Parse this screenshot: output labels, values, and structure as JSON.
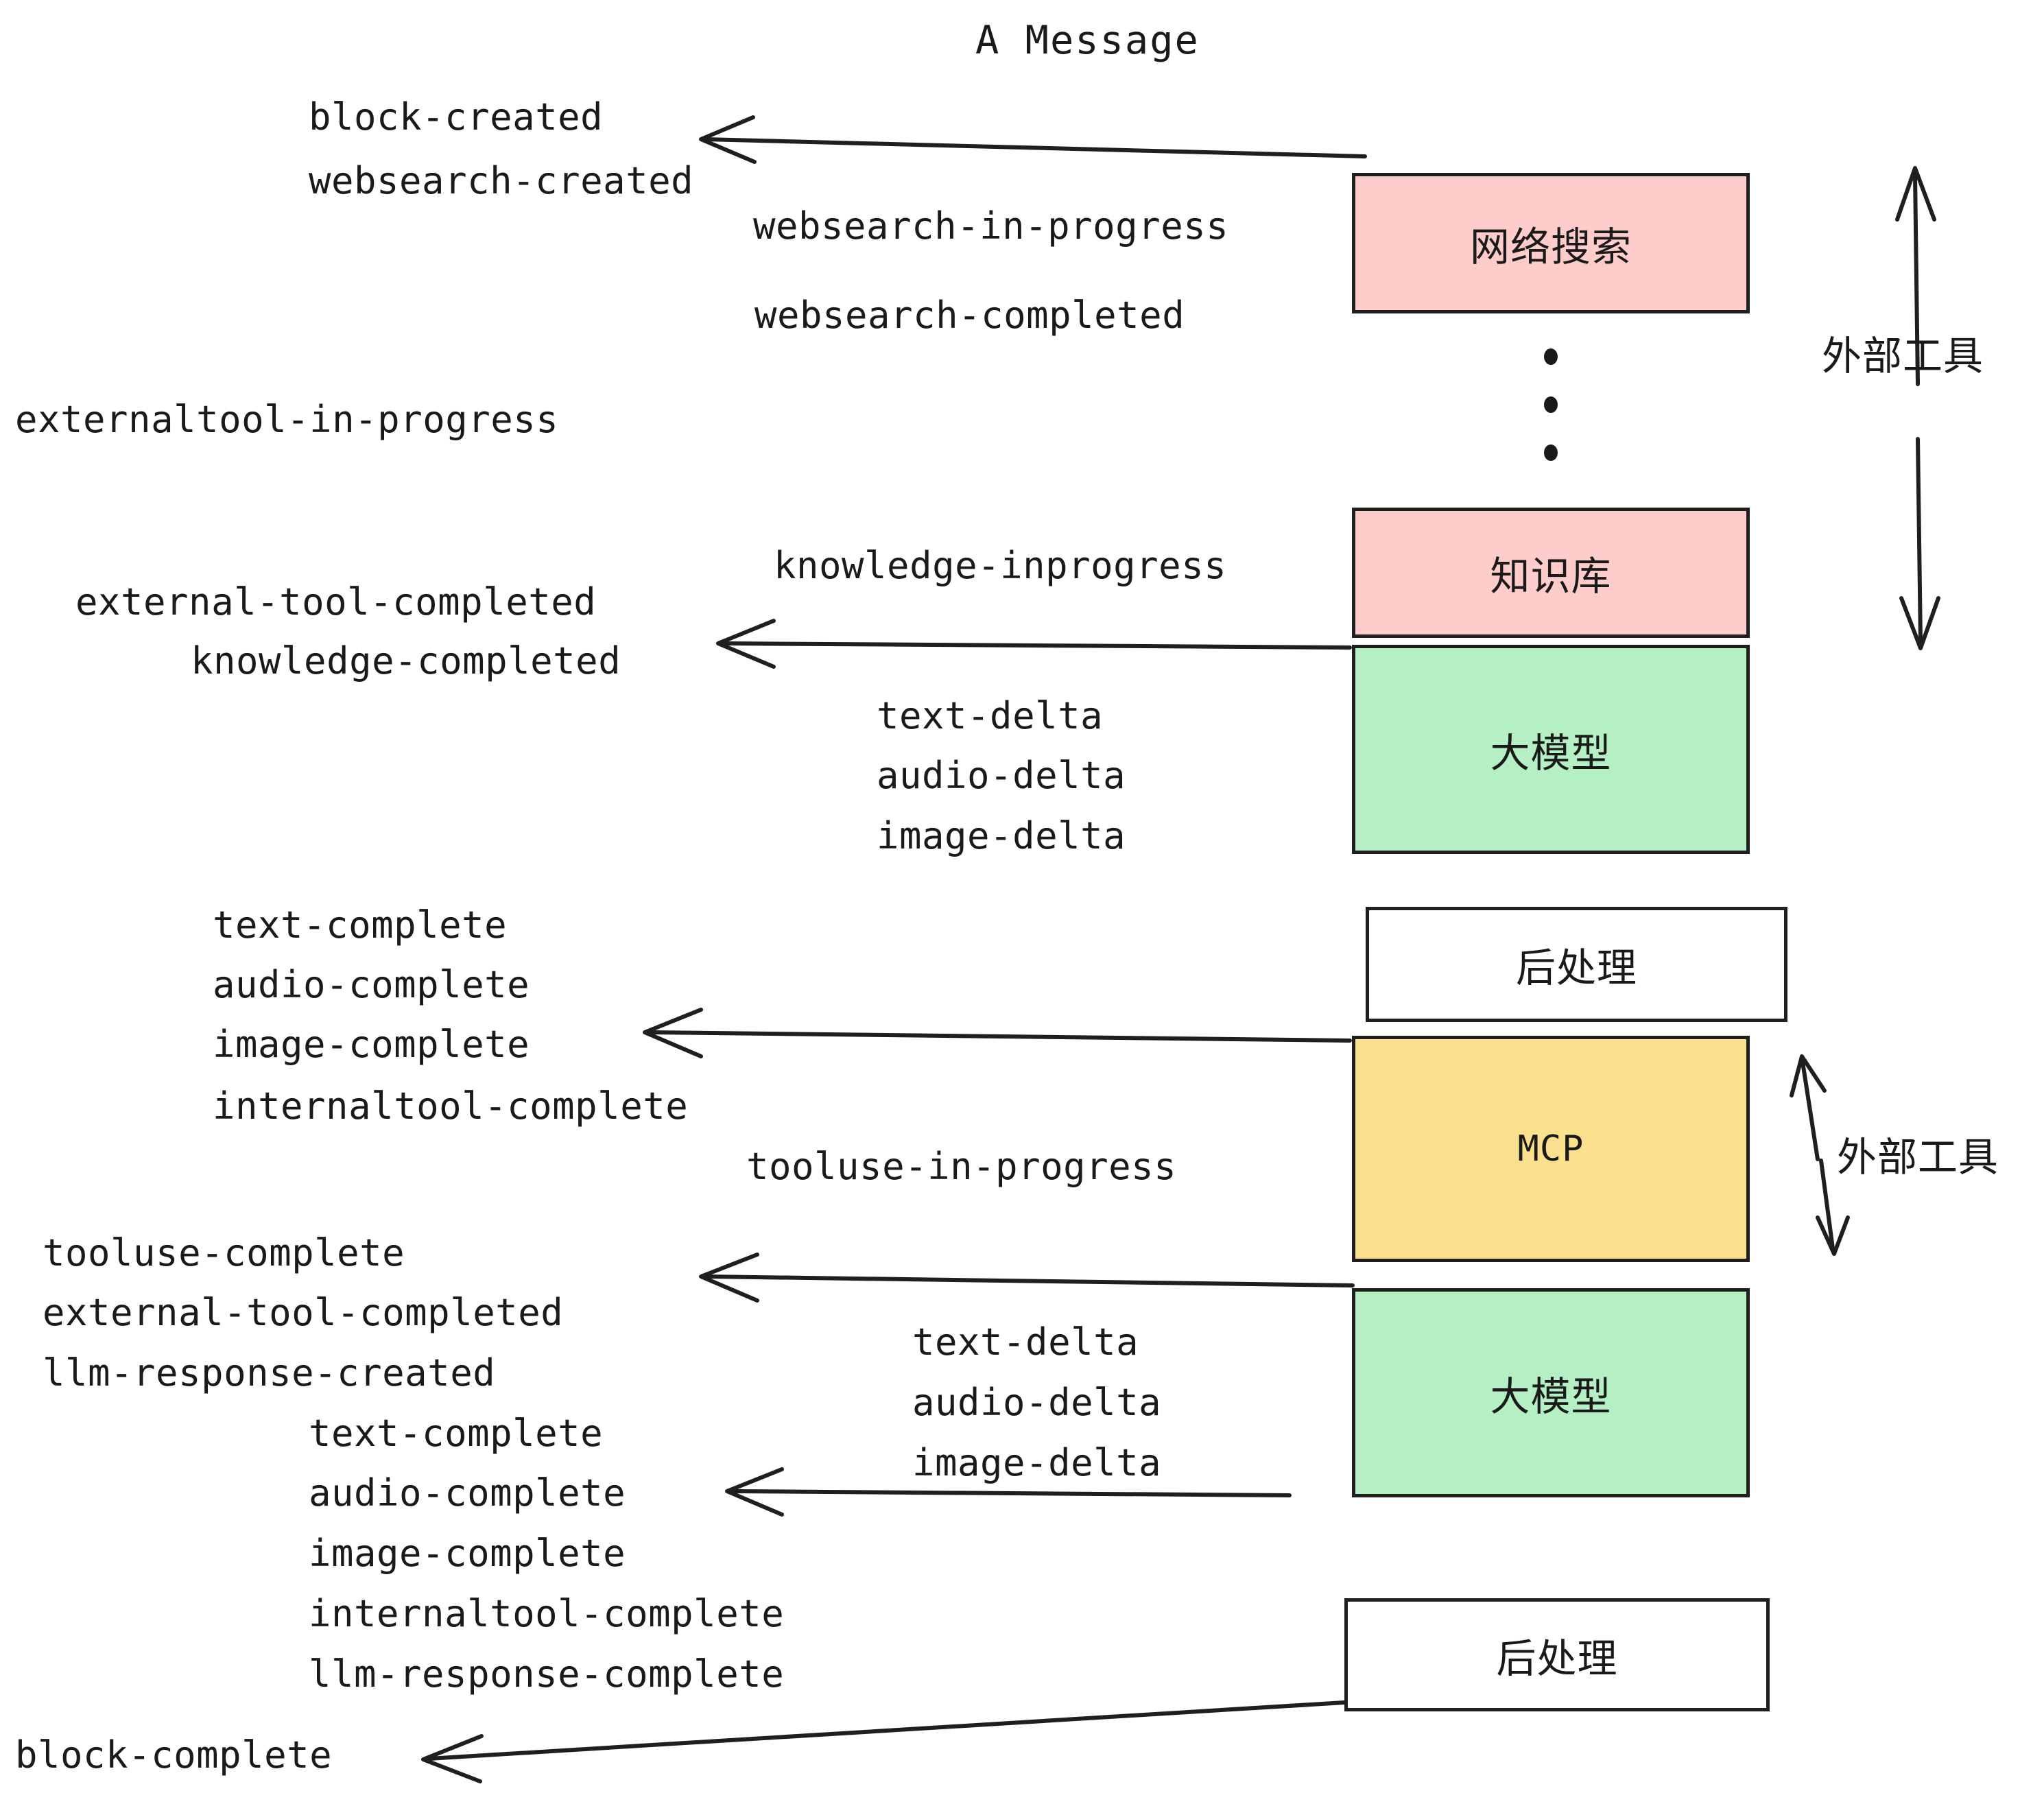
{
  "title": "A Message",
  "nodes": [
    {
      "id": "websearch",
      "label": "网络搜索",
      "color": "#ffcccc"
    },
    {
      "id": "knowledge",
      "label": "知识库",
      "color": "#ffcccc"
    },
    {
      "id": "llm1",
      "label": "大模型",
      "color": "#b5efc4"
    },
    {
      "id": "postproc1",
      "label": "后处理",
      "color": "#ffffff"
    },
    {
      "id": "mcp",
      "label": "MCP",
      "color": "#fbe18e"
    },
    {
      "id": "llm2",
      "label": "大模型",
      "color": "#b5efc4"
    },
    {
      "id": "postproc2",
      "label": "后处理",
      "color": "#ffffff"
    }
  ],
  "group_labels": [
    {
      "id": "external-tools-top",
      "label": "外部工具"
    },
    {
      "id": "external-tools-bottom",
      "label": "外部工具"
    }
  ],
  "events": [
    {
      "id": "block-created",
      "text": "block-created"
    },
    {
      "id": "websearch-created",
      "text": "websearch-created"
    },
    {
      "id": "websearch-in-progress",
      "text": "websearch-in-progress"
    },
    {
      "id": "websearch-completed",
      "text": "websearch-completed"
    },
    {
      "id": "externaltool-in-progress",
      "text": "externaltool-in-progress"
    },
    {
      "id": "knowledge-inprogress",
      "text": "knowledge-inprogress"
    },
    {
      "id": "external-tool-completed-1",
      "text": "external-tool-completed"
    },
    {
      "id": "knowledge-completed",
      "text": "knowledge-completed"
    },
    {
      "id": "text-delta-1",
      "text": "text-delta"
    },
    {
      "id": "audio-delta-1",
      "text": "audio-delta"
    },
    {
      "id": "image-delta-1",
      "text": "image-delta"
    },
    {
      "id": "text-complete-1",
      "text": "text-complete"
    },
    {
      "id": "audio-complete-1",
      "text": "audio-complete"
    },
    {
      "id": "image-complete-1",
      "text": "image-complete"
    },
    {
      "id": "internaltool-complete-1",
      "text": "internaltool-complete"
    },
    {
      "id": "tooluse-in-progress",
      "text": "tooluse-in-progress"
    },
    {
      "id": "tooluse-complete",
      "text": "tooluse-complete"
    },
    {
      "id": "external-tool-completed-2",
      "text": "external-tool-completed"
    },
    {
      "id": "llm-response-created",
      "text": "llm-response-created"
    },
    {
      "id": "text-delta-2",
      "text": "text-delta"
    },
    {
      "id": "audio-delta-2",
      "text": "audio-delta"
    },
    {
      "id": "image-delta-2",
      "text": "image-delta"
    },
    {
      "id": "text-complete-2",
      "text": "text-complete"
    },
    {
      "id": "audio-complete-2",
      "text": "audio-complete"
    },
    {
      "id": "image-complete-2",
      "text": "image-complete"
    },
    {
      "id": "internaltool-complete-2",
      "text": "internaltool-complete"
    },
    {
      "id": "llm-response-complete",
      "text": "llm-response-complete"
    },
    {
      "id": "block-complete",
      "text": "block-complete"
    }
  ],
  "colors": {
    "pink": "#ffcccc",
    "green": "#b5efc4",
    "yellow": "#fbe18e",
    "white": "#ffffff",
    "stroke": "#1f1f1f",
    "text": "#1a1a1a",
    "background": "#ffffff"
  }
}
